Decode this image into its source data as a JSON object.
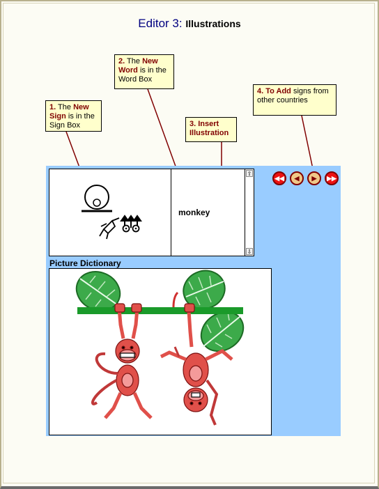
{
  "header": {
    "title_main": "Editor 3:",
    "title_sub": "Illustrations"
  },
  "callouts": {
    "c1": {
      "num": "1.",
      "pre": "The",
      "bold": "New Sign",
      "post": "is in the Sign Box"
    },
    "c2": {
      "num": "2.",
      "pre": "The",
      "bold": "New Word",
      "post": "is in the Word Box"
    },
    "c3": {
      "num": "3.",
      "bold": "Insert Illustration"
    },
    "c4": {
      "num": "4.",
      "bold": "To Add",
      "post": "signs from other countries"
    }
  },
  "word_box": {
    "word": "monkey"
  },
  "scrollbar": {
    "up_icon": "⇧",
    "down_icon": "⇩"
  },
  "picture_dictionary": {
    "label": "Picture Dictionary",
    "image": "monkeys-hanging-from-branch"
  },
  "nav_buttons": [
    {
      "name": "first",
      "glyph": "◀◀"
    },
    {
      "name": "previous",
      "glyph": "◀"
    },
    {
      "name": "next",
      "glyph": "▶"
    },
    {
      "name": "last",
      "glyph": "▶▶"
    }
  ],
  "colors": {
    "title": "#000080",
    "callout_bg": "#ffffcc",
    "callout_bold": "#800000",
    "panel_bg": "#99ccff",
    "leader_line": "#800000",
    "monkey": "#e0504a",
    "leaf": "#3caa4a",
    "branch": "#1a9a2a"
  }
}
